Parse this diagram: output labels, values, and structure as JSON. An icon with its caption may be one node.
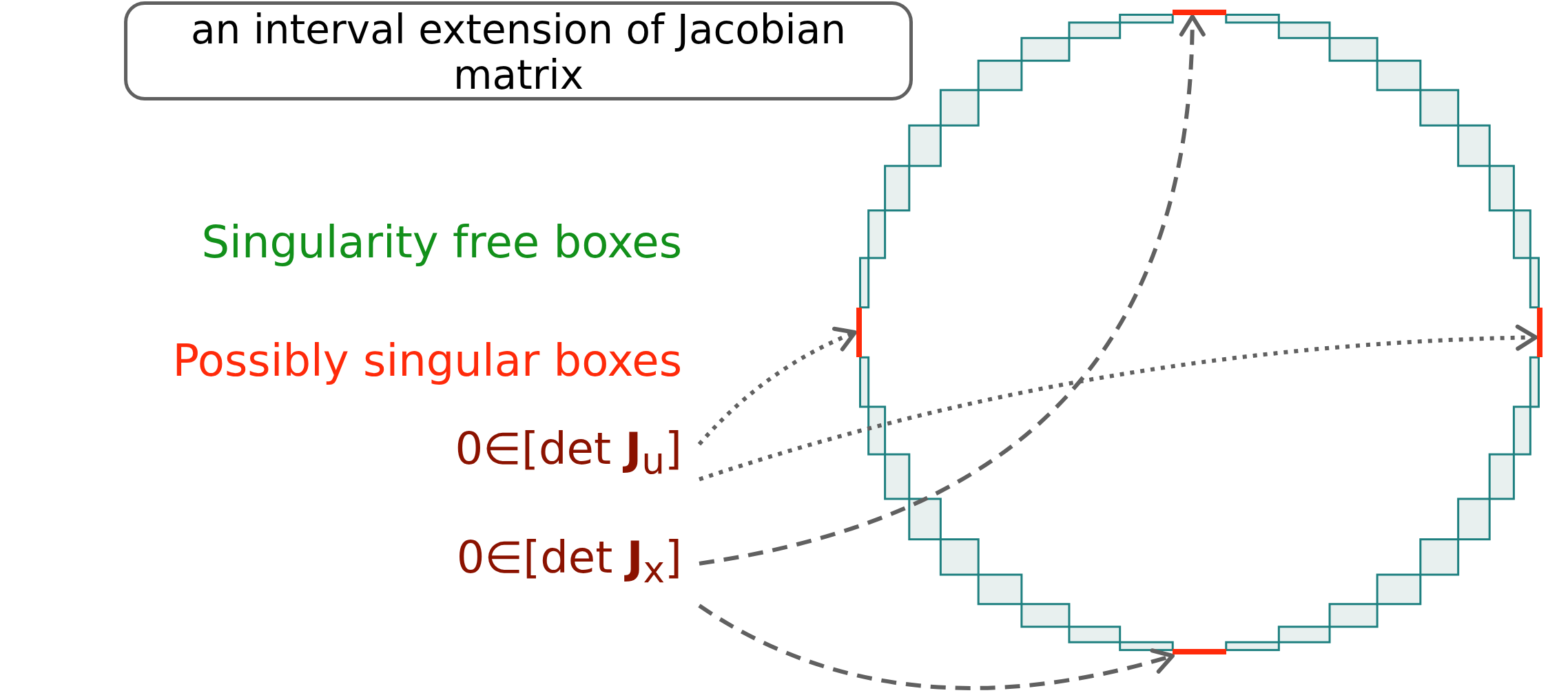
{
  "diagram": {
    "nodes": [
      {
        "text": [
          "an interval extension of Jacobian matrix"
        ]
      },
      {
        "text": [
          "0∈[det **J**$_{u}$]"
        ]
      },
      {
        "text": [
          "0∈[det **J**$_{x}$]"
        ]
      },
      {
        "text": [],
        "shape": "bar"
      },
      {
        "text": [],
        "shape": "bar"
      },
      {
        "text": [],
        "shape": "bar"
      },
      {
        "text": [],
        "shape": "bar"
      }
    ],
    "edges": [
      {
        "from": 1,
        "to": 4,
        "arrow": "to",
        "style": "dashed"
      },
      {
        "from": 1,
        "to": 5,
        "arrow": "to",
        "style": "dashed"
      },
      {
        "from": 2,
        "to": 3,
        "arrow": "to",
        "style": "dashed"
      },
      {
        "from": 2,
        "to": 6,
        "arrow": "to",
        "style": "dashed"
      }
    ],
    "labels": [
      "Singularity free boxes",
      "Possibly singular boxes"
    ]
  }
}
